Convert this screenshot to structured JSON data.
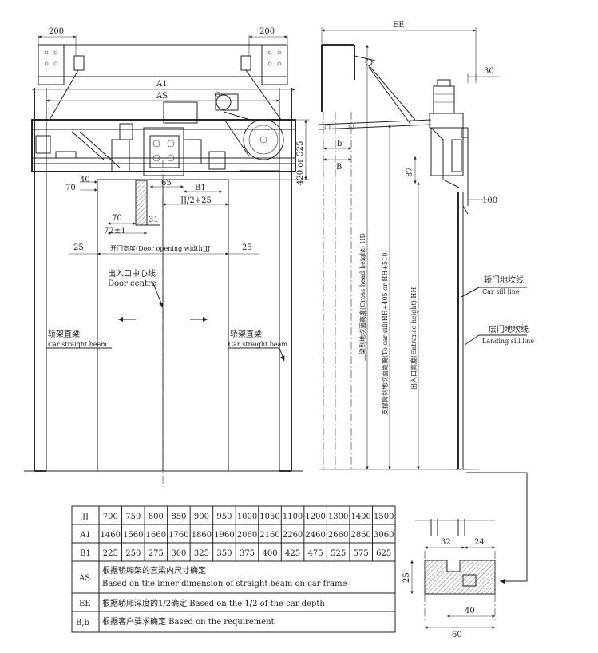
{
  "front_view": {
    "dim_left_200": "200",
    "dim_right_200": "200",
    "dim_A1": "A1",
    "dim_AS": "AS",
    "dim_70a": "70",
    "dim_40": "40",
    "dim_65": "65",
    "dim_B1": "B1",
    "dim_jj_half": "JJ/2+25",
    "dim_70b": "70",
    "dim_72": "72±1",
    "dim_31": "31",
    "dim_25_left": "25",
    "dim_25_right": "25",
    "dim_420_525": "420 or 525",
    "door_width_cn": "开门宽度(Door opening width)JJ",
    "door_centre_cn": "出入口中心线",
    "door_centre_en": "Door centre",
    "beam_left_cn": "轿架直梁",
    "beam_left_en": "Car straight beam",
    "beam_right_cn": "轿架直梁",
    "beam_right_en": "Car straight beam"
  },
  "side_view": {
    "dim_EE": "EE",
    "dim_30": "30",
    "dim_b": "b",
    "dim_B": "B",
    "dim_87": "87",
    "dim_100": "100",
    "hb_label": "上梁到地坎面高度(Cross head height) HB",
    "support_label": "支撑臂到地坎面距离(To car sill)HH+405 or HH+510",
    "hh_label": "出入口高度(Entrance height) HH",
    "car_sill_cn": "轿门地坎线",
    "car_sill_en": "Car sill line",
    "landing_sill_cn": "层门地坎线",
    "landing_sill_en": "Landing sill line"
  },
  "sill_detail": {
    "dim_32": "32",
    "dim_24": "24",
    "dim_25": "25",
    "dim_40": "40",
    "dim_60": "60"
  },
  "table": {
    "rows": [
      {
        "label": "JJ",
        "values": [
          "700",
          "750",
          "800",
          "850",
          "900",
          "950",
          "1000",
          "1050",
          "1100",
          "1200",
          "1300",
          "1400",
          "1500"
        ]
      },
      {
        "label": "A1",
        "values": [
          "1460",
          "1560",
          "1660",
          "1760",
          "1860",
          "1960",
          "2060",
          "2160",
          "2260",
          "2460",
          "2660",
          "2860",
          "3060"
        ]
      },
      {
        "label": "B1",
        "values": [
          "225",
          "250",
          "275",
          "300",
          "325",
          "350",
          "375",
          "400",
          "425",
          "475",
          "525",
          "575",
          "625"
        ]
      }
    ],
    "notes": [
      {
        "label": "AS",
        "line1": "根据轿厢架的直梁内尺寸确定",
        "line2": "Based on the inner dimension of straight beam on car frame"
      },
      {
        "label": "EE",
        "line1": "根据轿厢深度的1/2确定  Based on the 1/2 of the car depth",
        "line2": ""
      },
      {
        "label": "B,b",
        "line1": "根据客户要求确定  Based on the requirement",
        "line2": ""
      }
    ]
  }
}
